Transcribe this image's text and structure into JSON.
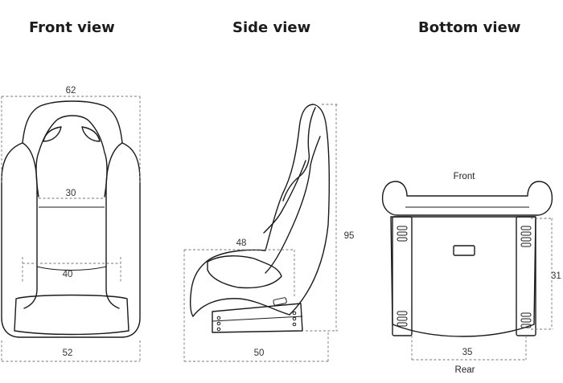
{
  "titles": {
    "front": "Front view",
    "side": "Side view",
    "bottom": "Bottom view"
  },
  "front_view": {
    "top_width": "62",
    "shoulder_width": "30",
    "seat_width": "40",
    "base_width": "52"
  },
  "side_view": {
    "seat_depth": "48",
    "height": "95",
    "base_depth": "50"
  },
  "bottom_view": {
    "front_label": "Front",
    "rear_label": "Rear",
    "mount_length": "31",
    "mount_width": "35"
  }
}
